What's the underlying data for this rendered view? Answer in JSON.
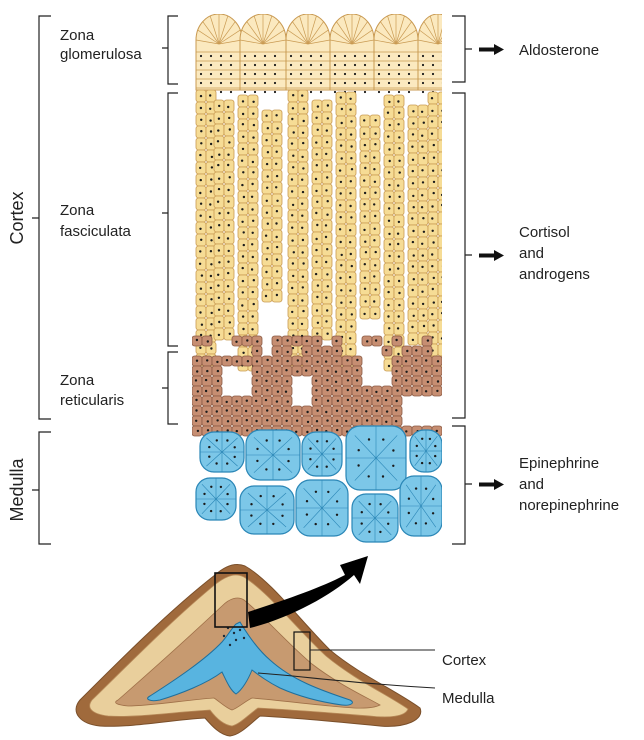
{
  "labels": {
    "cortex_region": "Cortex",
    "medulla_region": "Medulla",
    "zone_glomerulosa_line1": "Zona",
    "zone_glomerulosa_line2": "glomerulosa",
    "zone_fasciculata_line1": "Zona",
    "zone_fasciculata_line2": "fasciculata",
    "zone_reticularis_line1": "Zona",
    "zone_reticularis_line2": "reticularis",
    "product_aldosterone": "Aldosterone",
    "product_cortisol_line1": "Cortisol",
    "product_cortisol_line2": "and",
    "product_cortisol_line3": "androgens",
    "product_epinephrine_line1": "Epinephrine",
    "product_epinephrine_line2": "and",
    "product_epinephrine_line3": "norepinephrine",
    "gland_cortex": "Cortex",
    "gland_medulla": "Medulla"
  },
  "colors": {
    "glomerulosa_cell": "#fbe9bf",
    "fasciculata_cell": "#f6dc95",
    "cell_outline": "#c99a52",
    "reticularis_cell": "#c68e72",
    "reticularis_outline": "#8a5a44",
    "medulla_cell": "#7cc7e8",
    "medulla_outline": "#2a86b6",
    "gland_capsule": "#a06a3c",
    "gland_cortex_outer": "#e9cf9c",
    "gland_cortex_inner": "#c79a70",
    "gland_medulla": "#58b4e0",
    "line": "#222222"
  }
}
